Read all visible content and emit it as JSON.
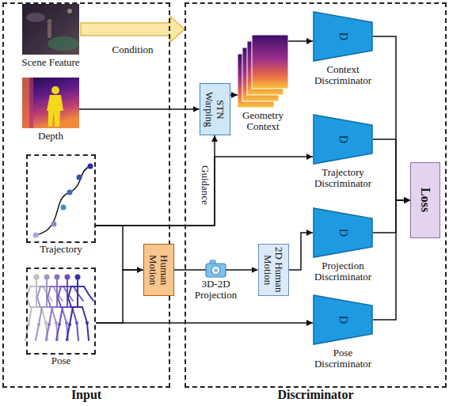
{
  "diagram": {
    "nodes": [
      {
        "text": [
          "Input"
        ]
      },
      {
        "text": [
          "Discriminator"
        ]
      },
      {
        "text": [
          "Scene Feature"
        ],
        "in": 0
      },
      {
        "text": [
          "Depth"
        ],
        "in": 0
      },
      {
        "text": [
          "Trajectory"
        ],
        "in": 0
      },
      {
        "text": [
          "Pose"
        ],
        "in": 0
      },
      {
        "text": [
          "Human Motion"
        ]
      },
      {
        "text": [
          "STN Warping"
        ],
        "in": 1
      },
      {
        "text": [
          "Geometry Context"
        ],
        "in": 1
      },
      {
        "text": [
          "D",
          "Context Discriminator"
        ],
        "in": 1
      },
      {
        "text": [
          "D",
          "Trajectory Discriminator"
        ],
        "in": 1
      },
      {
        "text": [
          "2D Human Motion"
        ],
        "in": 1
      },
      {
        "text": [
          "D",
          "Projection Discriminator"
        ],
        "in": 1
      },
      {
        "text": [
          "D",
          "Pose Discriminator"
        ],
        "in": 1
      },
      {
        "text": [
          "Loss"
        ],
        "in": 1
      }
    ],
    "edges": [
      {
        "from": 2,
        "to": 1,
        "label": "Condition",
        "arrow": "to"
      },
      {
        "from": 3,
        "to": 7,
        "arrow": "to"
      },
      {
        "from": 4,
        "to": 7,
        "label": "Guidance",
        "arrow": "to"
      },
      {
        "from": 7,
        "to": 8,
        "arrow": "to"
      },
      {
        "from": 8,
        "to": 9,
        "arrow": "to"
      },
      {
        "from": 4,
        "to": 10,
        "arrow": "to"
      },
      {
        "from": 4,
        "to": 6,
        "arrow": "to"
      },
      {
        "from": 5,
        "to": 6,
        "arrow": "to"
      },
      {
        "from": 6,
        "to": 11,
        "label": "3D-2D Projection",
        "arrow": "to"
      },
      {
        "from": 11,
        "to": 12,
        "arrow": "to"
      },
      {
        "from": 5,
        "to": 13,
        "arrow": "to"
      },
      {
        "from": 9,
        "to": 14,
        "arrow": "to"
      },
      {
        "from": 10,
        "to": 14,
        "arrow": "to"
      },
      {
        "from": 12,
        "to": 14,
        "arrow": "to"
      },
      {
        "from": 13,
        "to": 14,
        "arrow": "to"
      }
    ]
  }
}
